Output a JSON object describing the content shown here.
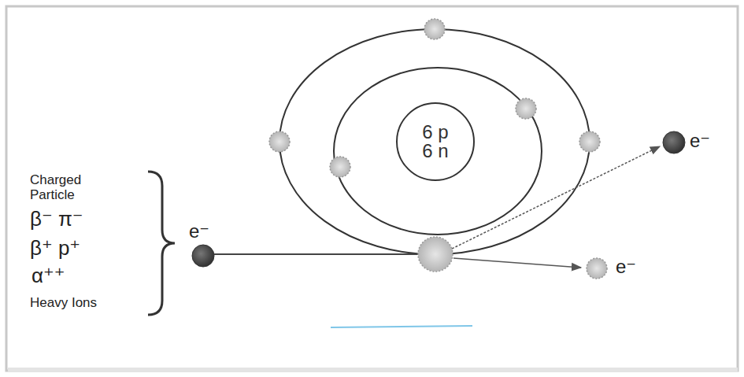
{
  "diagram": {
    "nodes": [
      {
        "text": [
          "6 p",
          "6 n"
        ]
      }
    ],
    "labels": [
      "Charged Particle",
      "β⁻ π⁻",
      "β⁺ p⁺",
      "α⁺⁺",
      "Heavy Ions",
      "e⁻",
      "e⁻",
      "e⁻"
    ]
  }
}
